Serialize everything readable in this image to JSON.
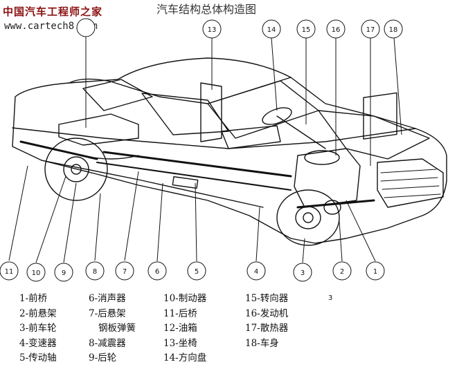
{
  "watermark": {
    "site_name": "中国汽车工程师之家",
    "url": "www.cartech8.com"
  },
  "title": "汽车结构总体构造图",
  "callouts": [
    "1",
    "2",
    "3",
    "4",
    "5",
    "6",
    "7",
    "8",
    "9",
    "10",
    "11",
    "13",
    "14",
    "15",
    "16",
    "17",
    "18"
  ],
  "legend": {
    "col1": [
      "1-前桥",
      "2-前悬架",
      "3-前车轮",
      "4-变速器",
      "5-传动轴"
    ],
    "col2": [
      "6-消声器",
      "7-后悬架",
      "钢板弹簧",
      "8-减震器",
      "9-后轮"
    ],
    "col3": [
      "10-制动器",
      "11-后桥",
      "12-油箱",
      "13-坐椅",
      "14-方向盘"
    ],
    "col4": [
      "15-转向器",
      "16-发动机",
      "17-散热器",
      "18-车身"
    ]
  },
  "stray_label": "3"
}
